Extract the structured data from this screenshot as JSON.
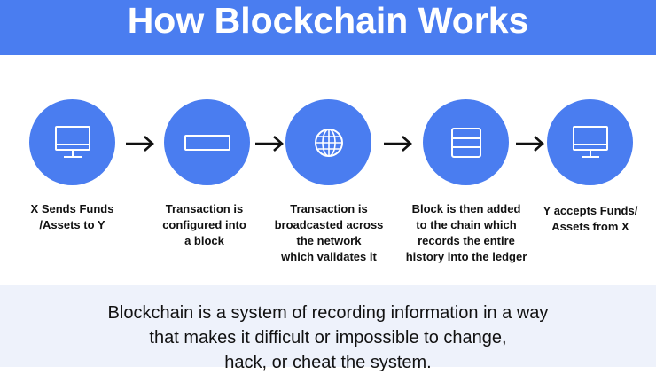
{
  "header": {
    "title": "How Blockchain Works"
  },
  "steps": [
    {
      "icon": "monitor-icon",
      "label_lines": [
        "X Sends Funds",
        "/Assets to Y"
      ]
    },
    {
      "icon": "rectangle-block-icon",
      "label_lines": [
        "Transaction is",
        "configured into",
        "a block"
      ]
    },
    {
      "icon": "globe-icon",
      "label_lines": [
        "Transaction is",
        "broadcasted across",
        "the network",
        "which validates it"
      ]
    },
    {
      "icon": "stacked-blocks-icon",
      "label_lines": [
        "Block is then added",
        "to the chain which",
        "records the entire",
        "history into the ledger"
      ]
    },
    {
      "icon": "monitor-icon",
      "label_lines": [
        "Y accepts Funds/",
        "Assets from X"
      ]
    }
  ],
  "footer": {
    "lines": [
      "Blockchain is a system of recording information in a way",
      "that makes it difficult or impossible to change,",
      "hack, or cheat the system."
    ]
  },
  "colors": {
    "accent": "#4a7df0",
    "footer_bg": "#eef2fb",
    "text": "#111111"
  }
}
